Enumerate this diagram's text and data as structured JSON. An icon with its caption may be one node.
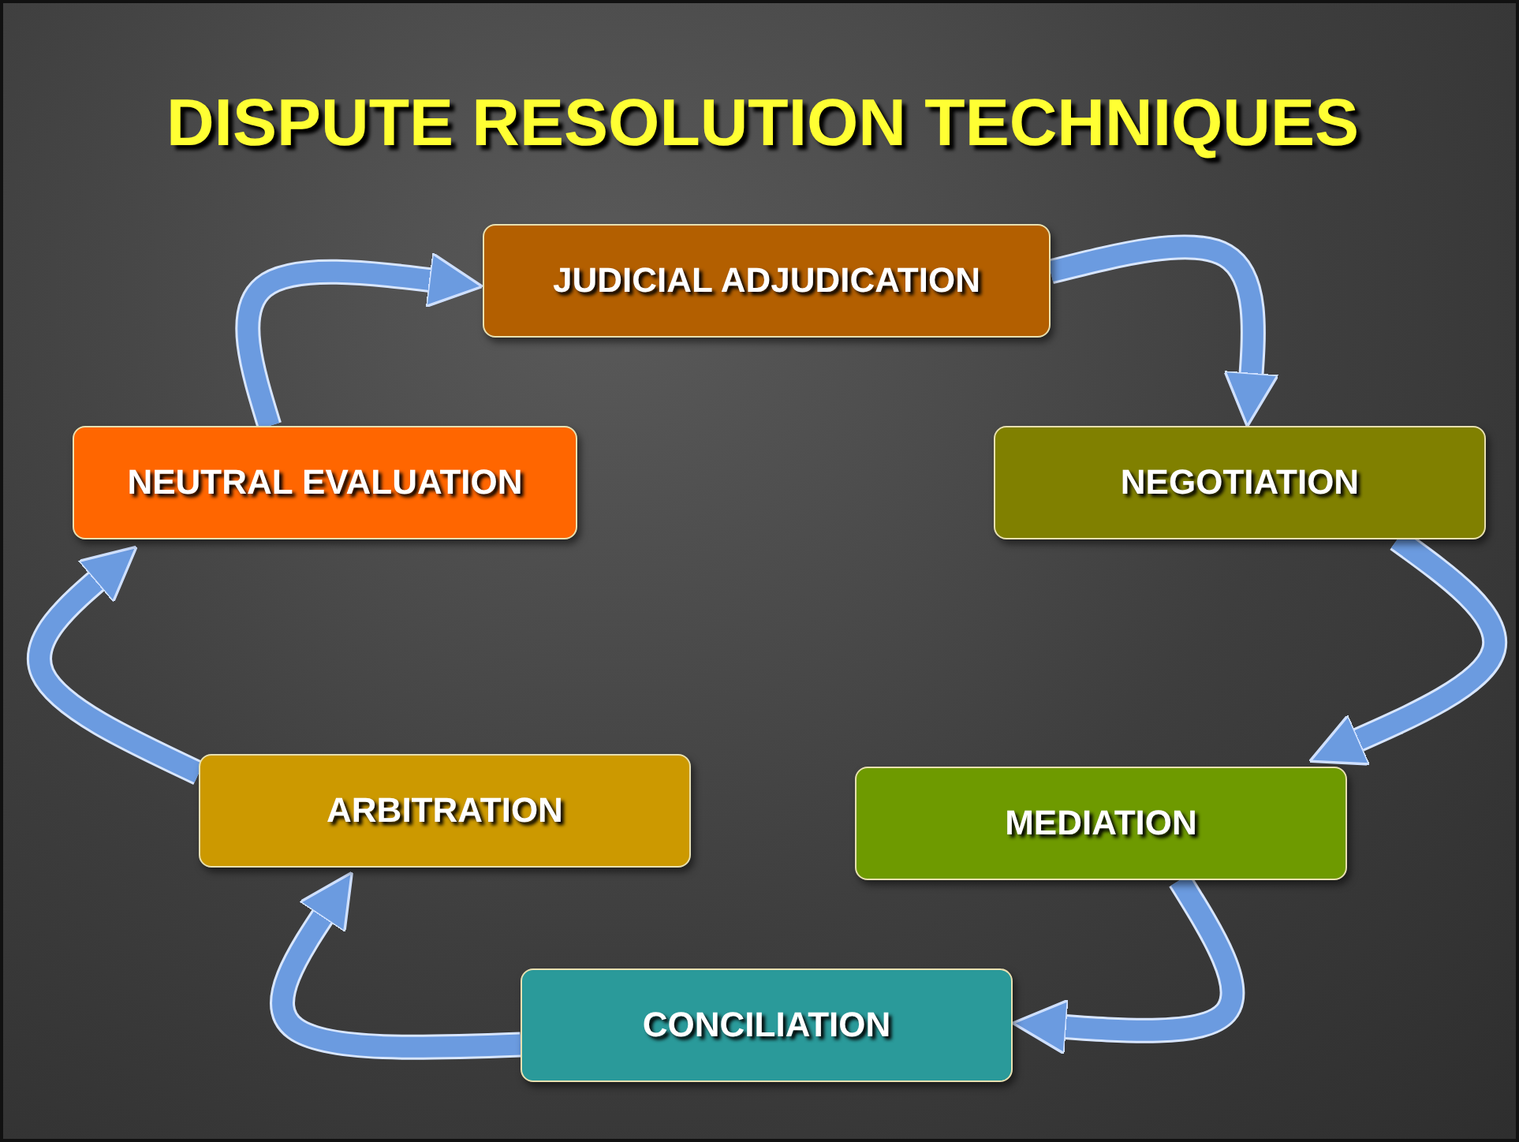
{
  "diagram": {
    "title": "DISPUTE RESOLUTION TECHNIQUES",
    "nodes": [
      {
        "text": [
          "JUDICIAL ADJUDICATION"
        ]
      },
      {
        "text": [
          "NEGOTIATION"
        ]
      },
      {
        "text": [
          "MEDIATION"
        ]
      },
      {
        "text": [
          "CONCILIATION"
        ]
      },
      {
        "text": [
          "ARBITRATION"
        ]
      },
      {
        "text": [
          "NEUTRAL EVALUATION"
        ]
      }
    ],
    "edges": [
      {
        "from": 0,
        "to": 1,
        "arrow": "to"
      },
      {
        "from": 1,
        "to": 2,
        "arrow": "to"
      },
      {
        "from": 2,
        "to": 3,
        "arrow": "to"
      },
      {
        "from": 3,
        "to": 4,
        "arrow": "to"
      },
      {
        "from": 4,
        "to": 5,
        "arrow": "to"
      },
      {
        "from": 5,
        "to": 0,
        "arrow": "to"
      }
    ]
  }
}
